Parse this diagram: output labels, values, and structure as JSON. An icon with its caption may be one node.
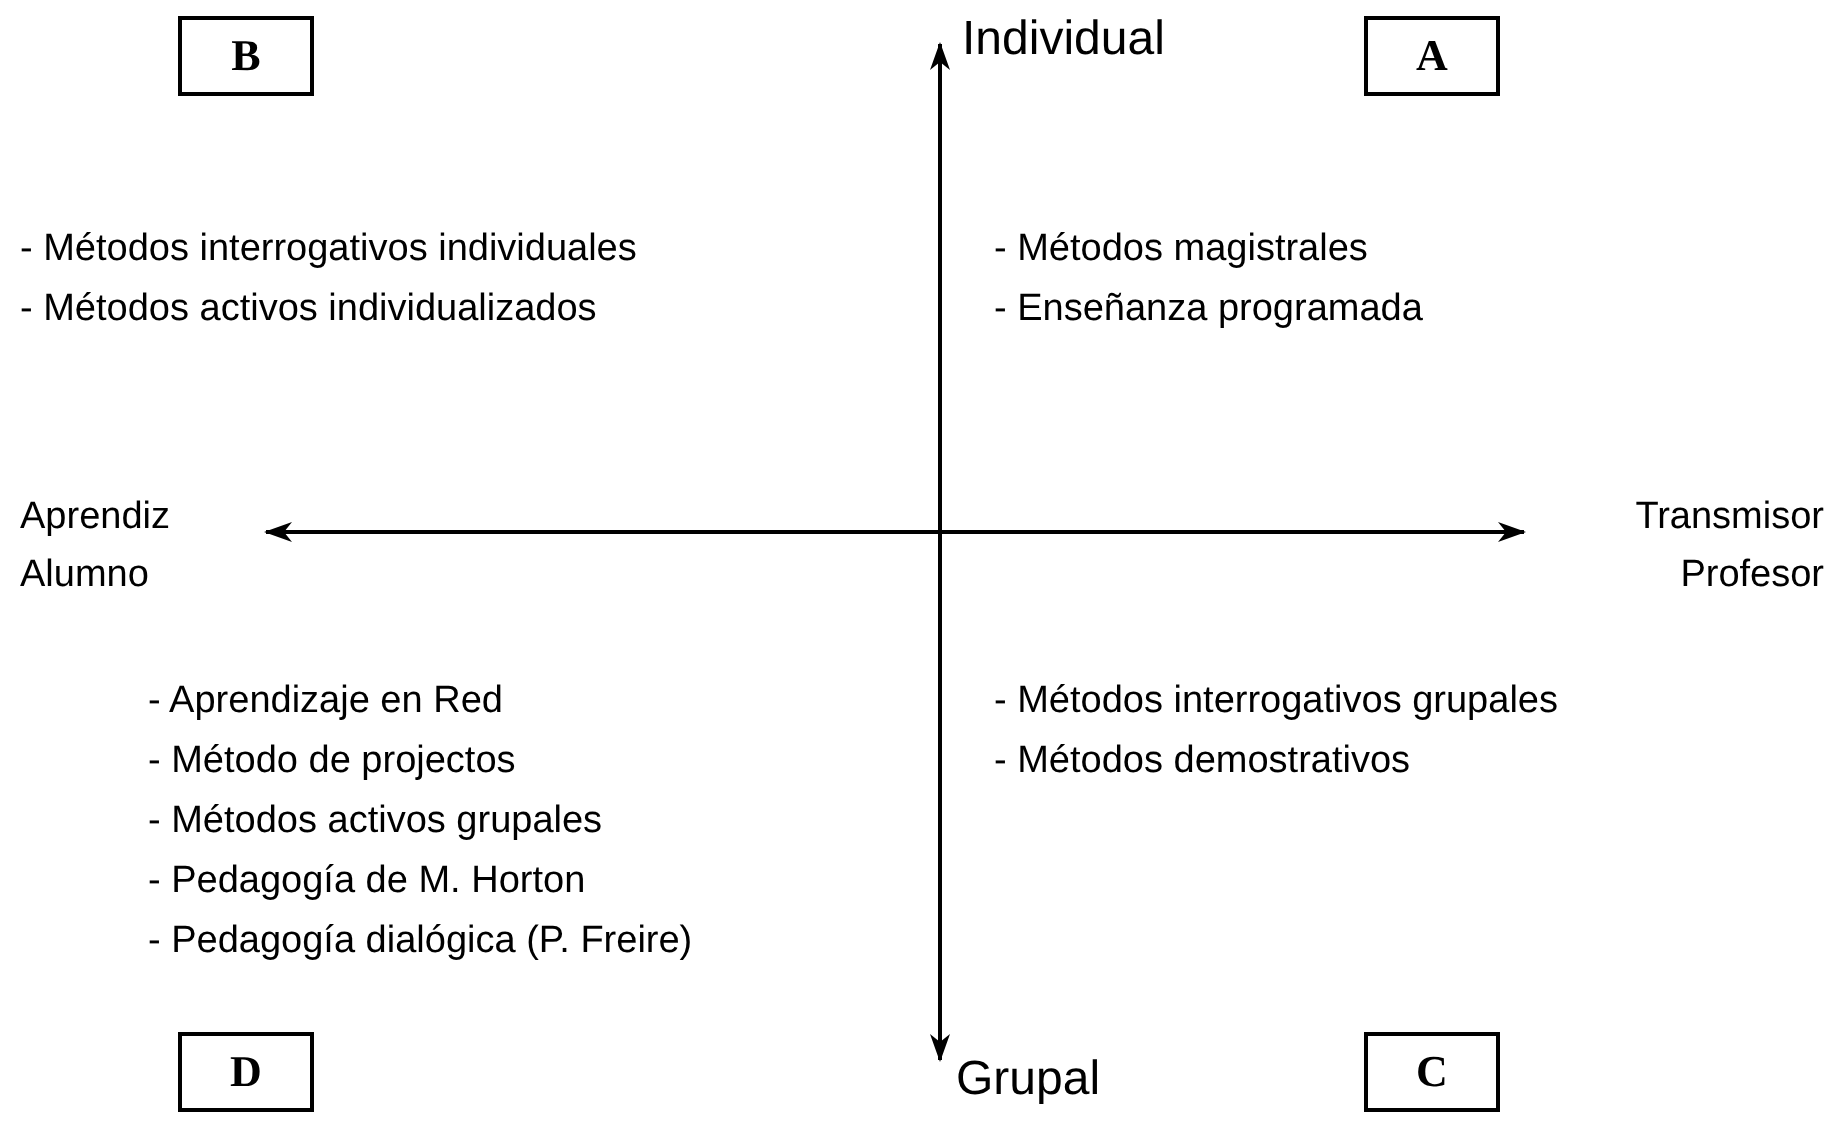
{
  "diagram": {
    "nodes": [
      {
        "text": [
          "B"
        ]
      },
      {
        "text": [
          "A"
        ]
      },
      {
        "text": [
          "D"
        ]
      },
      {
        "text": [
          "C"
        ]
      }
    ],
    "labels": [
      "Individual",
      "- Métodos interrogativos individuales",
      "- Métodos activos individualizados",
      "- Métodos magistrales",
      "- Enseñanza programada",
      "Aprendiz Alumno",
      "Transmisor Profesor",
      "- Aprendizaje en Red",
      "- Método de projectos",
      "- Métodos activos grupales",
      "- Pedagogía de M. Horton",
      "- Pedagogía dialógica (P. Freire)",
      "- Métodos interrogativos grupales",
      "- Métodos demostrativos",
      "Grupal"
    ]
  }
}
